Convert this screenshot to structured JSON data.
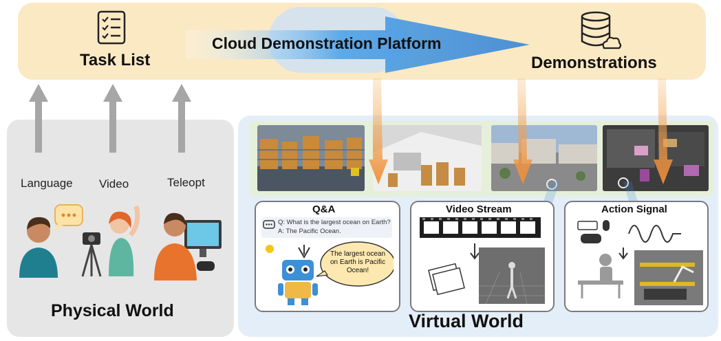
{
  "banner": {
    "task_list_label": "Task List",
    "platform_label": "Cloud Demonstration Platform",
    "demonstrations_label": "Demonstrations"
  },
  "physical": {
    "inputs": [
      "Language",
      "Video",
      "Teleopt"
    ],
    "title": "Physical World"
  },
  "virtual": {
    "title": "Virtual World",
    "qa": {
      "title": "Q&A",
      "question": "Q: What is the largest ocean on Earth?",
      "answer": "A: The Pacific Ocean.",
      "bubble_lines": [
        "The largest ocean",
        "on Earth is Pacific",
        "Ocean!"
      ]
    },
    "video_stream": {
      "title": "Video Stream"
    },
    "action_signal": {
      "title": "Action Signal"
    }
  },
  "colors": {
    "banner": "#fbe9c4",
    "physical_panel": "#e6e6e6",
    "virtual_panel": "#e3eef8",
    "orange_arrow": "#f0a45a",
    "blue_arrow": "#3e8fe0"
  }
}
